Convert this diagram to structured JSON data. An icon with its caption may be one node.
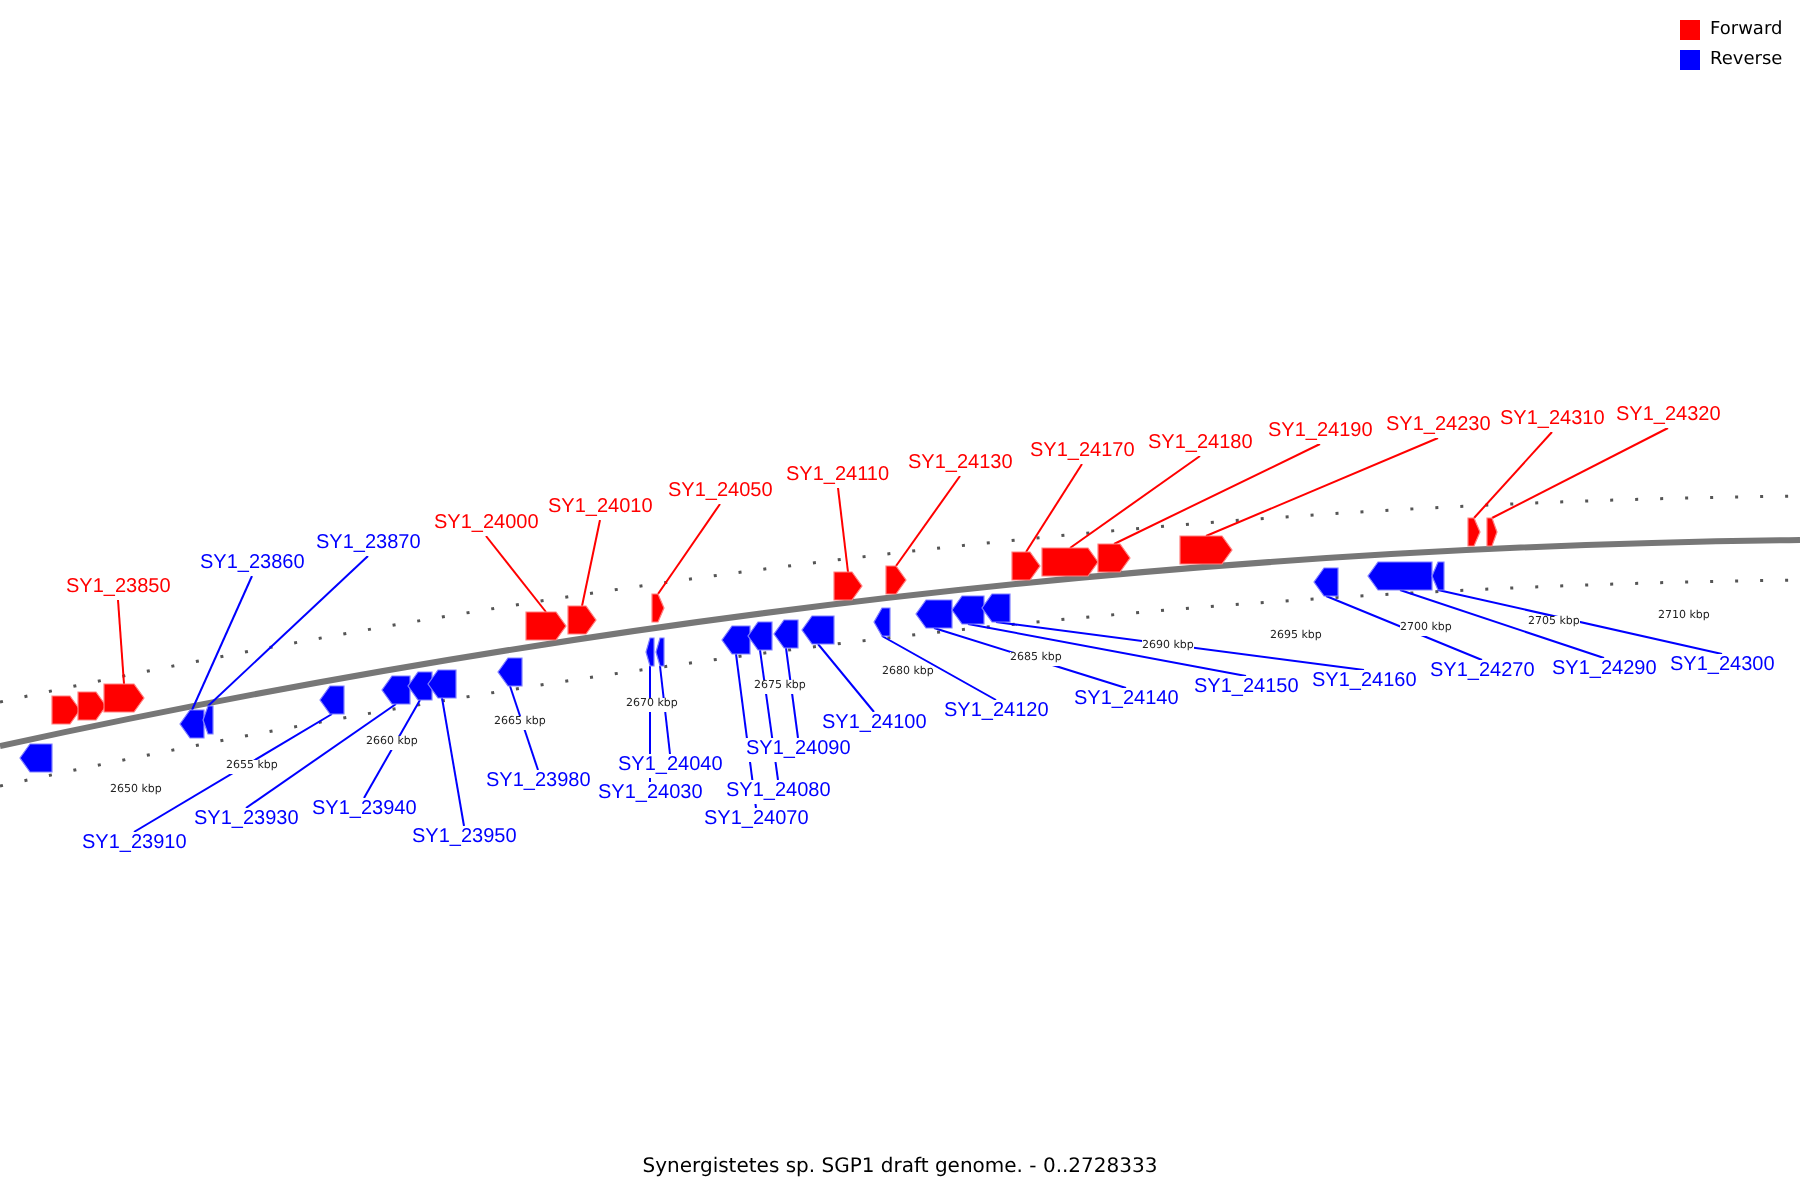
{
  "diagram": {
    "caption": "Synergistetes sp. SGP1 draft genome. - 0..2728333",
    "nodes": [
      {
        "text": [
          "SY1_23850"
        ]
      },
      {
        "text": [
          "SY1_24000"
        ]
      },
      {
        "text": [
          "SY1_24010"
        ]
      },
      {
        "text": [
          "SY1_24050"
        ]
      },
      {
        "text": [
          "SY1_24110"
        ]
      },
      {
        "text": [
          "SY1_24130"
        ]
      },
      {
        "text": [
          "SY1_24170"
        ]
      },
      {
        "text": [
          "SY1_24180"
        ]
      },
      {
        "text": [
          "SY1_24190"
        ]
      },
      {
        "text": [
          "SY1_24230"
        ]
      },
      {
        "text": [
          "SY1_24310"
        ]
      },
      {
        "text": [
          "SY1_24320"
        ]
      },
      {
        "text": [
          "SY1_23860"
        ]
      },
      {
        "text": [
          "SY1_23870"
        ]
      },
      {
        "text": [
          "SY1_23910"
        ]
      },
      {
        "text": [
          "SY1_23930"
        ]
      },
      {
        "text": [
          "SY1_23940"
        ]
      },
      {
        "text": [
          "SY1_23950"
        ]
      },
      {
        "text": [
          "SY1_23980"
        ]
      },
      {
        "text": [
          "SY1_24030"
        ]
      },
      {
        "text": [
          "SY1_24040"
        ]
      },
      {
        "text": [
          "SY1_24070"
        ]
      },
      {
        "text": [
          "SY1_24080"
        ]
      },
      {
        "text": [
          "SY1_24090"
        ]
      },
      {
        "text": [
          "SY1_24100"
        ]
      },
      {
        "text": [
          "SY1_24120"
        ]
      },
      {
        "text": [
          "SY1_24140"
        ]
      },
      {
        "text": [
          "SY1_24150"
        ]
      },
      {
        "text": [
          "SY1_24160"
        ]
      },
      {
        "text": [
          "SY1_24270"
        ]
      },
      {
        "text": [
          "SY1_24290"
        ]
      },
      {
        "text": [
          "SY1_24300"
        ]
      },
      {
        "text": [],
        "shape": "bar"
      },
      {
        "text": [],
        "shape": "bar"
      },
      {
        "text": [],
        "shape": "bar"
      },
      {
        "text": [],
        "shape": "bar"
      },
      {
        "text": [],
        "shape": "bar"
      },
      {
        "text": [],
        "shape": "bar"
      },
      {
        "text": [],
        "shape": "bar"
      },
      {
        "text": [],
        "shape": "bar"
      },
      {
        "text": [],
        "shape": "bar"
      },
      {
        "text": [],
        "shape": "bar"
      },
      {
        "text": [],
        "shape": "bar"
      },
      {
        "text": [],
        "shape": "bar"
      },
      {
        "text": [],
        "shape": "bar"
      },
      {
        "text": [],
        "shape": "bar"
      },
      {
        "text": [],
        "shape": "bar"
      },
      {
        "text": [],
        "shape": "bar"
      },
      {
        "text": [],
        "shape": "bar"
      },
      {
        "text": [],
        "shape": "bar"
      },
      {
        "text": [],
        "shape": "bar"
      },
      {
        "text": [],
        "shape": "bar"
      },
      {
        "text": [],
        "shape": "bar"
      },
      {
        "text": [],
        "shape": "bar"
      },
      {
        "text": [],
        "shape": "bar"
      },
      {
        "text": [],
        "shape": "bar"
      },
      {
        "text": [],
        "shape": "bar"
      },
      {
        "text": [],
        "shape": "bar"
      },
      {
        "text": [],
        "shape": "bar"
      },
      {
        "text": [],
        "shape": "bar"
      },
      {
        "text": [],
        "shape": "bar"
      },
      {
        "text": [],
        "shape": "bar"
      },
      {
        "text": [],
        "shape": "bar"
      },
      {
        "text": [],
        "shape": "bar"
      },
      {
        "text": [],
        "shape": "bar"
      },
      {
        "text": [],
        "shape": "bar"
      },
      {
        "text": [],
        "shape": "bar"
      }
    ],
    "edges": [
      {
        "from": 0,
        "to": 34,
        "arrow": "none",
        "color": "#ff0000"
      },
      {
        "from": 1,
        "to": 35,
        "arrow": "none",
        "color": "#ff0000"
      },
      {
        "from": 2,
        "to": 36,
        "arrow": "none",
        "color": "#ff0000"
      },
      {
        "from": 3,
        "to": 37,
        "arrow": "none",
        "color": "#ff0000"
      },
      {
        "from": 4,
        "to": 38,
        "arrow": "none",
        "color": "#ff0000"
      },
      {
        "from": 5,
        "to": 39,
        "arrow": "none",
        "color": "#ff0000"
      },
      {
        "from": 6,
        "to": 40,
        "arrow": "none",
        "color": "#ff0000"
      },
      {
        "from": 7,
        "to": 41,
        "arrow": "none",
        "color": "#ff0000"
      },
      {
        "from": 8,
        "to": 42,
        "arrow": "none",
        "color": "#ff0000"
      },
      {
        "from": 9,
        "to": 43,
        "arrow": "none",
        "color": "#ff0000"
      },
      {
        "from": 10,
        "to": 44,
        "arrow": "none",
        "color": "#ff0000"
      },
      {
        "from": 11,
        "to": 45,
        "arrow": "none",
        "color": "#ff0000"
      },
      {
        "from": 12,
        "to": 47,
        "arrow": "none",
        "color": "#0000ff"
      },
      {
        "from": 13,
        "to": 48,
        "arrow": "none",
        "color": "#0000ff"
      },
      {
        "from": 14,
        "to": 49,
        "arrow": "none",
        "color": "#0000ff"
      },
      {
        "from": 15,
        "to": 50,
        "arrow": "none",
        "color": "#0000ff"
      },
      {
        "from": 16,
        "to": 51,
        "arrow": "none",
        "color": "#0000ff"
      },
      {
        "from": 17,
        "to": 52,
        "arrow": "none",
        "color": "#0000ff"
      },
      {
        "from": 18,
        "to": 53,
        "arrow": "none",
        "color": "#0000ff"
      },
      {
        "from": 19,
        "to": 54,
        "arrow": "none",
        "color": "#0000ff"
      },
      {
        "from": 20,
        "to": 55,
        "arrow": "none",
        "color": "#0000ff"
      },
      {
        "from": 21,
        "to": 56,
        "arrow": "none",
        "color": "#0000ff"
      },
      {
        "from": 22,
        "to": 57,
        "arrow": "none",
        "color": "#0000ff"
      },
      {
        "from": 23,
        "to": 58,
        "arrow": "none",
        "color": "#0000ff"
      },
      {
        "from": 24,
        "to": 59,
        "arrow": "none",
        "color": "#0000ff"
      },
      {
        "from": 25,
        "to": 60,
        "arrow": "none",
        "color": "#0000ff"
      },
      {
        "from": 26,
        "to": 61,
        "arrow": "none",
        "color": "#0000ff"
      },
      {
        "from": 27,
        "to": 62,
        "arrow": "none",
        "color": "#0000ff"
      },
      {
        "from": 28,
        "to": 63,
        "arrow": "none",
        "color": "#0000ff"
      },
      {
        "from": 29,
        "to": 64,
        "arrow": "none",
        "color": "#0000ff"
      },
      {
        "from": 30,
        "to": 65,
        "arrow": "none",
        "color": "#0000ff"
      },
      {
        "from": 31,
        "to": 66,
        "arrow": "none",
        "color": "#0000ff"
      }
    ],
    "labels": [
      "2650 kbp",
      "2655 kbp",
      "2660 kbp",
      "2665 kbp",
      "2670 kbp",
      "2675 kbp",
      "2680 kbp",
      "2685 kbp",
      "2690 kbp",
      "2695 kbp",
      "2700 kbp",
      "2705 kbp",
      "2710 kbp"
    ],
    "legend": [
      {
        "text": "Forward",
        "color": "#ff0000"
      },
      {
        "text": "Reverse",
        "color": "#0000ff"
      }
    ]
  }
}
